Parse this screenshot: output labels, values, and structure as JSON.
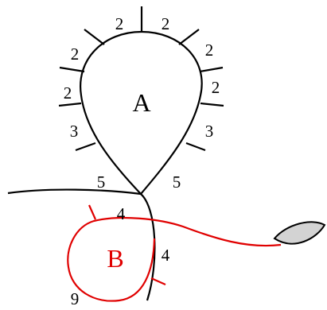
{
  "diagram": {
    "rings": [
      {
        "label": "A",
        "color": "#000000"
      },
      {
        "label": "B",
        "color": "#e00000"
      }
    ],
    "leaf_fill": "#d3d3d3",
    "ring_a_counts": {
      "top_left": "2",
      "top_right": "2",
      "left_upper": "2",
      "right_upper": "2",
      "left_middle": "2",
      "right_middle": "2",
      "left_lower": "3",
      "right_lower": "3",
      "bottom_left": "5",
      "bottom_right": "5"
    },
    "ring_b_counts": {
      "top": "4",
      "right": "4",
      "bottom": "9"
    }
  }
}
